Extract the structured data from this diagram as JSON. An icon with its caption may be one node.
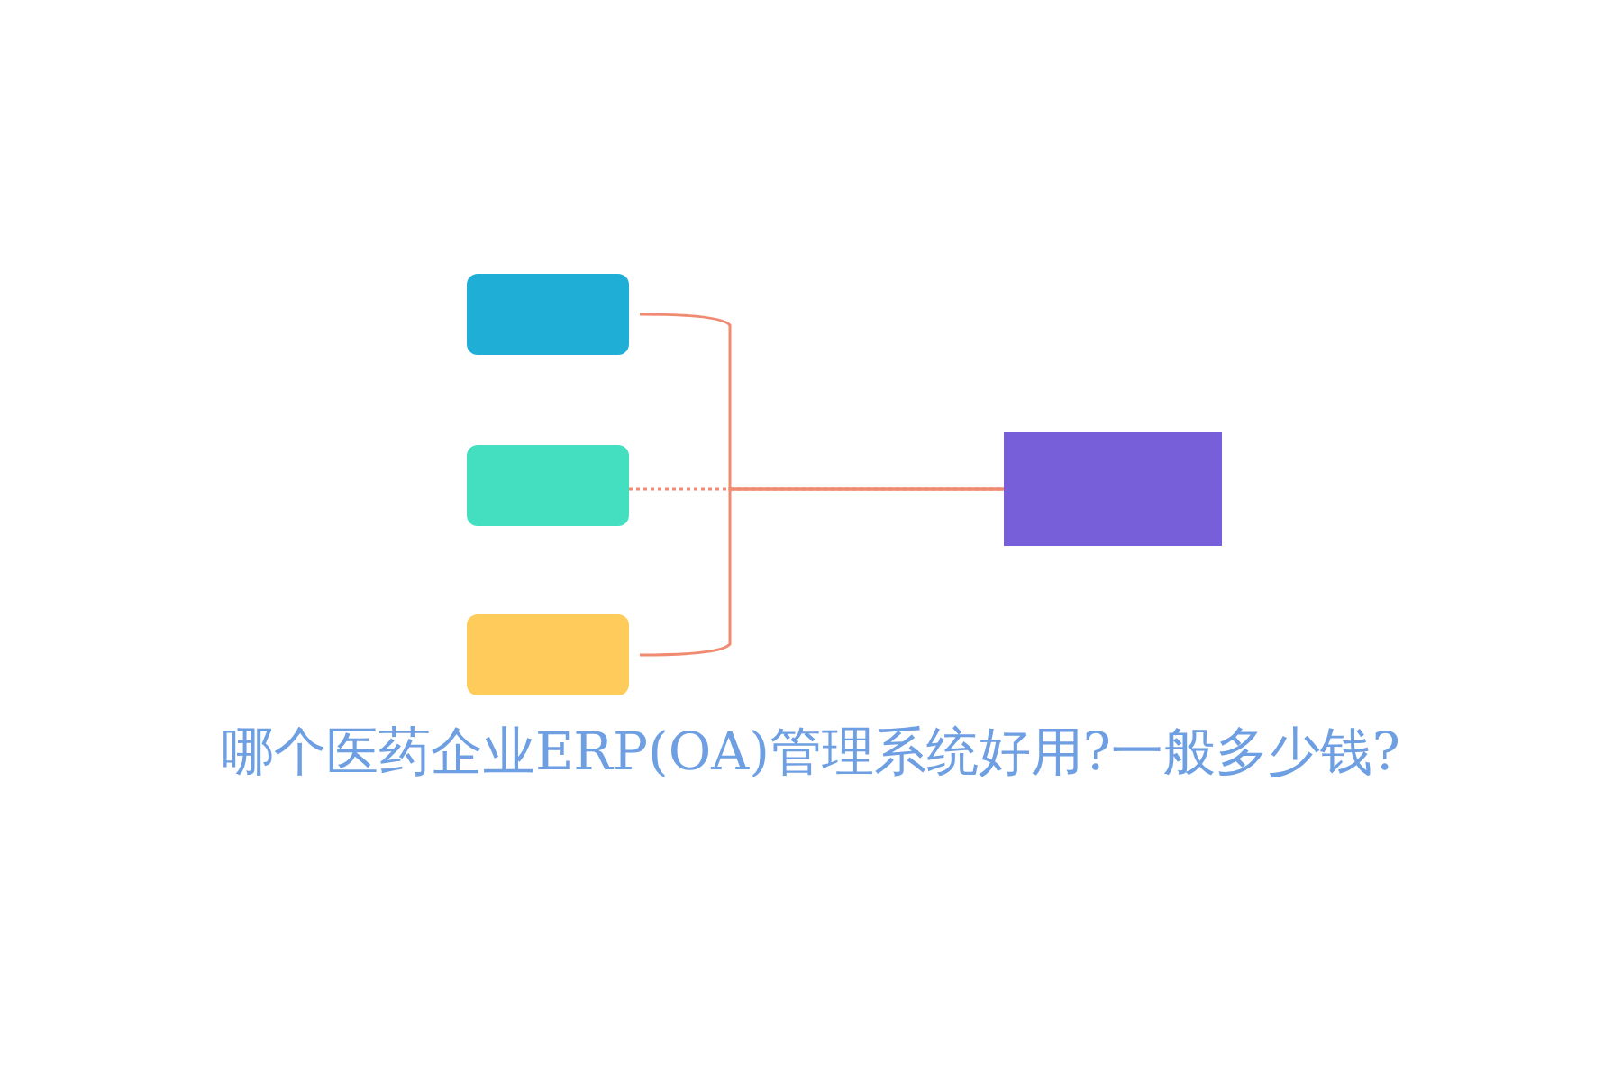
{
  "diagram": {
    "title": "哪个医药企业ERP(OA)管理系统好用?一般多少钱?",
    "nodes": [
      {
        "text": [],
        "shape": "box"
      },
      {
        "text": [],
        "shape": "box"
      },
      {
        "text": [],
        "shape": "box"
      },
      {
        "text": [],
        "shape": "box"
      }
    ],
    "edges": [
      {
        "from": 0,
        "to": 3,
        "arrow": "none"
      },
      {
        "from": 1,
        "to": 3,
        "arrow": "none",
        "style": "dashed"
      },
      {
        "from": 2,
        "to": 3,
        "arrow": "none"
      }
    ]
  }
}
